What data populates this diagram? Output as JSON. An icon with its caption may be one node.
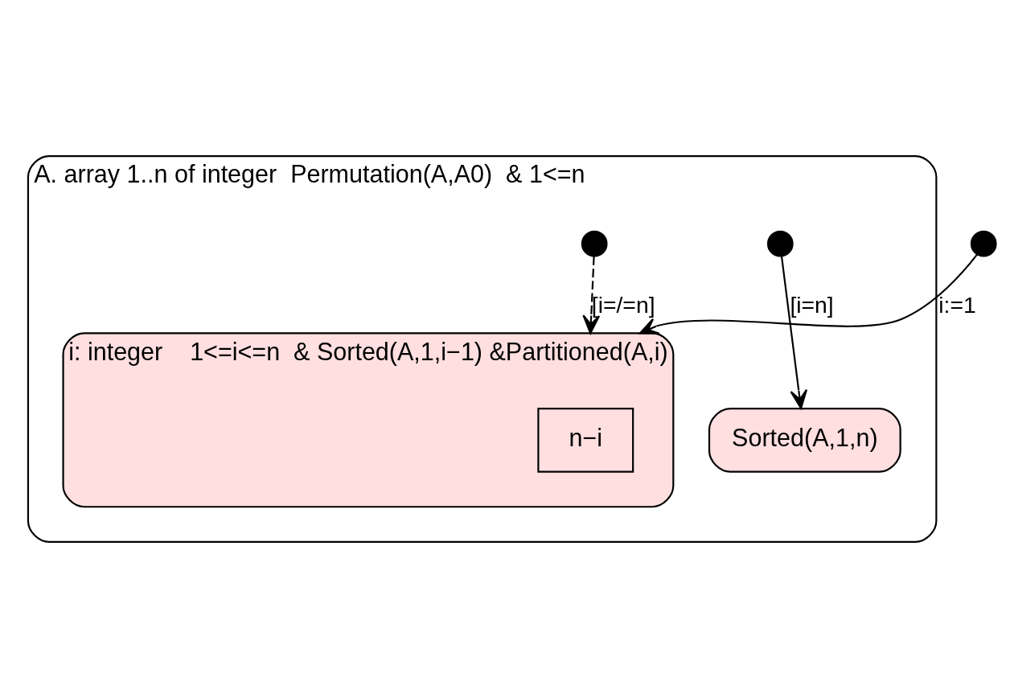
{
  "diagram": {
    "nodes": [
      {
        "text": [
          "A. array 1..n of integer  Permutation(A,A0)  & 1<=n"
        ]
      },
      {
        "text": [
          "i: integer    1<=i<=n  & Sorted(A,1,i−1) &Partitioned(A,i)"
        ],
        "in": 0
      },
      {
        "text": [
          "n−i"
        ],
        "in": 1
      },
      {
        "text": [],
        "shape": "circle"
      },
      {
        "text": [],
        "shape": "circle",
        "in": 0
      },
      {
        "text": [],
        "shape": "circle",
        "in": 0
      },
      {
        "text": [
          "Sorted(A,1,n)"
        ],
        "in": 0
      }
    ],
    "edges": [
      {
        "from": 3,
        "to": 1,
        "arrow": "to",
        "label": "i:=1"
      },
      {
        "from": 4,
        "to": 1,
        "arrow": "to",
        "label": "[i=/=n]",
        "style": "dashed"
      },
      {
        "from": 5,
        "to": 6,
        "arrow": "to",
        "label": "[i=n]"
      }
    ]
  }
}
